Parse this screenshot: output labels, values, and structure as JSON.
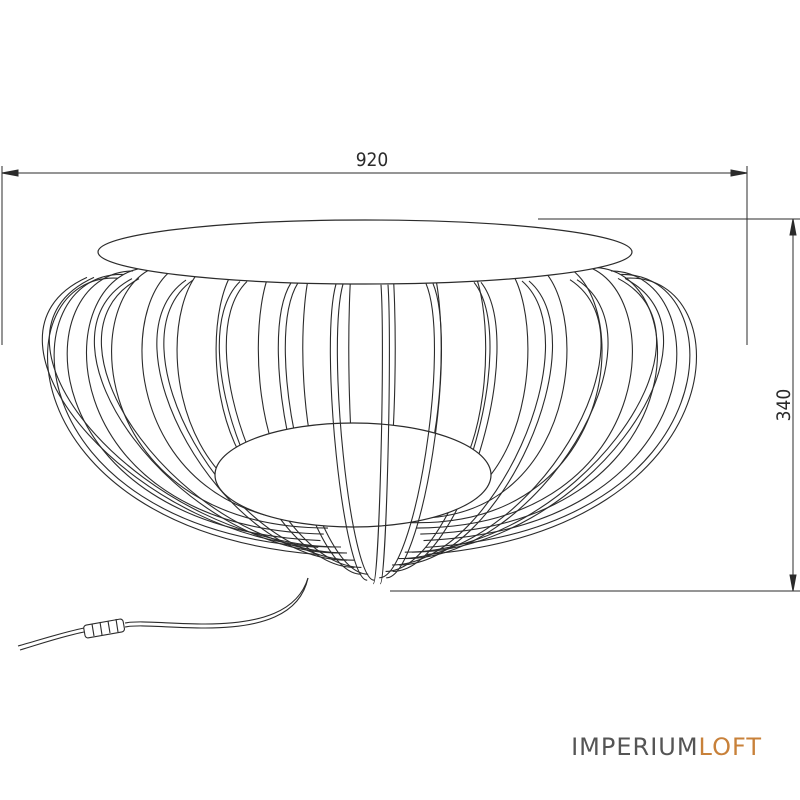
{
  "dimensions": {
    "width_label": "920",
    "height_label": "340"
  },
  "brand": {
    "part1": "IMPERIUM",
    "part2": "LOFT"
  },
  "colors": {
    "line": "#2b2b2b",
    "brand_gray": "#555555",
    "brand_accent": "#c8813a"
  }
}
